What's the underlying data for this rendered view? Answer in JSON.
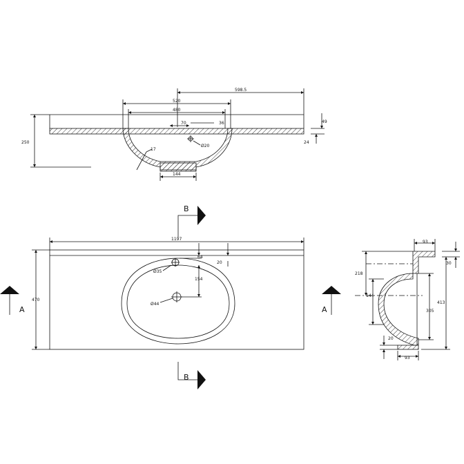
{
  "top_view": {
    "overall_width": "598.5",
    "outer_basin": "520",
    "inner_basin": "480",
    "tap_offset": "70",
    "tap_dim": "36",
    "height": "250",
    "wall": "17",
    "tap_hole": "Ø20",
    "drain_width": "144",
    "top_thickness": "49",
    "slab_thickness": "24"
  },
  "plan_view": {
    "total_width": "1197",
    "depth": "470",
    "tap_hole": "Ø35",
    "drain_hole": "Ø44",
    "offset_64": "64",
    "offset_20": "20",
    "drain_distance": "154"
  },
  "section_view": {
    "top_width": "93",
    "top_offset": "30",
    "basin_upper": "218",
    "basin_depth": "144",
    "basin_inner": "305",
    "basin_total": "413",
    "bottom_gap": "20",
    "bottom_width": "93"
  },
  "section_markers": {
    "left": "A",
    "right": "A",
    "top": "B",
    "bottom": "B"
  }
}
